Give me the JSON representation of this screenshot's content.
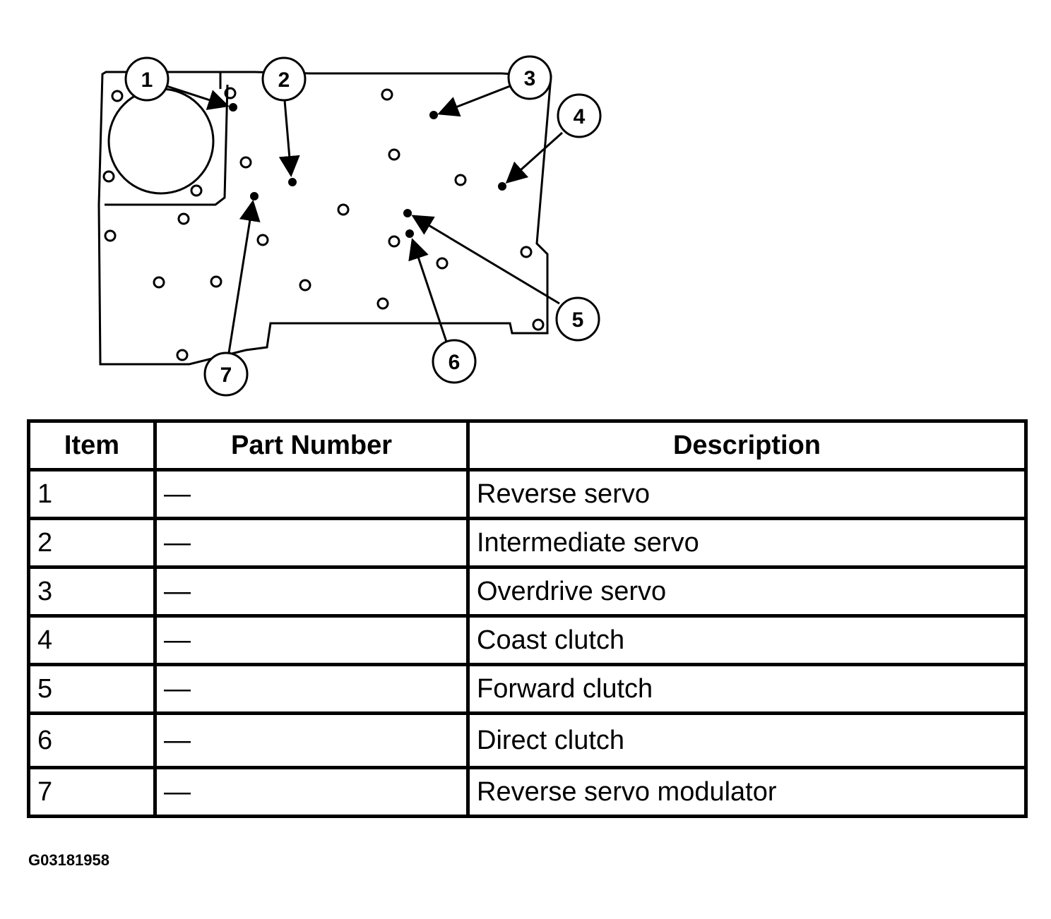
{
  "diagram": {
    "callouts": [
      "1",
      "2",
      "3",
      "4",
      "5",
      "6",
      "7"
    ]
  },
  "table": {
    "headers": {
      "item": "Item",
      "part_number": "Part Number",
      "description": "Description"
    },
    "rows": [
      {
        "item": "1",
        "part_number": "—",
        "description": "Reverse servo"
      },
      {
        "item": "2",
        "part_number": "—",
        "description": "Intermediate servo"
      },
      {
        "item": "3",
        "part_number": "—",
        "description": "Overdrive servo"
      },
      {
        "item": "4",
        "part_number": "—",
        "description": "Coast clutch"
      },
      {
        "item": "5",
        "part_number": "—",
        "description": "Forward clutch"
      },
      {
        "item": "6",
        "part_number": "—",
        "description": "Direct clutch"
      },
      {
        "item": "7",
        "part_number": "—",
        "description": "Reverse servo modulator"
      }
    ]
  },
  "figure_id": "G03181958"
}
